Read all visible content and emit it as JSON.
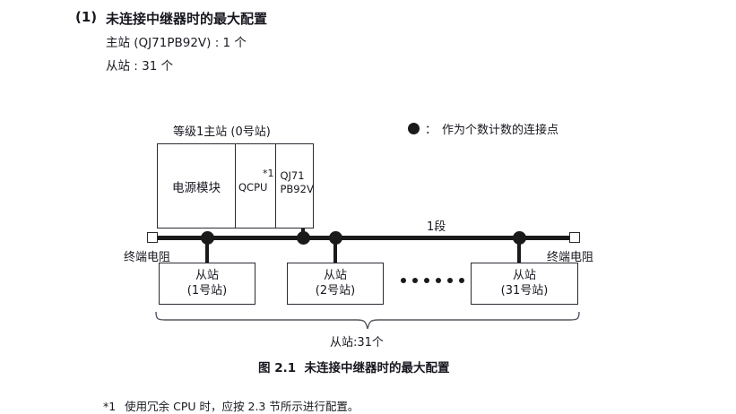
{
  "heading": {
    "number": "(1)",
    "title": "未连接中继器时的最大配置",
    "master_spec": "主站 (QJ71PB92V) : 1 个",
    "slave_spec": "从站 : 31 个"
  },
  "legend": {
    "marker_icon": "filled-circle-icon",
    "colon": "：",
    "text": "作为个数计数的连接点"
  },
  "diagram": {
    "master_station": {
      "label": "等级1主站 (0号站)",
      "cells": {
        "power_module": "电源模块",
        "cpu": "QCPU",
        "cpu_note": "*1",
        "network_module_line1": "QJ71",
        "network_module_line2": "PB92V"
      }
    },
    "bus": {
      "segment_label": "1段",
      "terminator_left_label": "终端电阻",
      "terminator_right_label": "终端电阻",
      "terminator_icon": "square-terminator-icon",
      "node_icon": "connection-node-icon"
    },
    "slaves": [
      {
        "title": "从站",
        "station": "(1号站)"
      },
      {
        "title": "从站",
        "station": "(2号站)"
      },
      {
        "title": "从站",
        "station": "(31号站)"
      }
    ],
    "ellipsis_dots": 6,
    "brace_label": "从站:31个"
  },
  "figure": {
    "caption": "图 2.1  未连接中继器时的最大配置"
  },
  "footnote": {
    "mark": "*1",
    "text": "使用冗余 CPU 时，应按 2.3 节所示进行配置。"
  },
  "colors": {
    "ink": "#17171f",
    "line": "#2a2a33",
    "node": "#1a1a1a",
    "background": "#ffffff"
  }
}
